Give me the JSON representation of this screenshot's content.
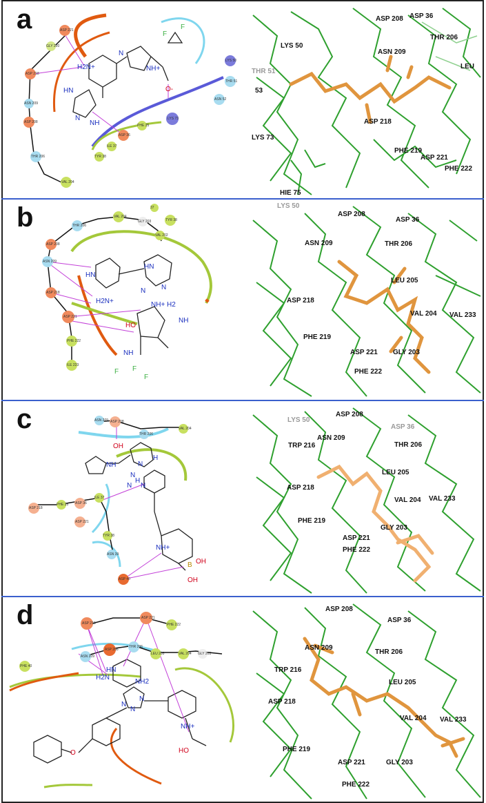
{
  "panels": [
    {
      "label": "a",
      "residues_2d": [
        "ASP 221",
        "GLY 220",
        "ASP 218",
        "ASN 209",
        "ASP 208",
        "THR 206",
        "VAL 204",
        "ASP 36",
        "PHE 35",
        "ILE 37",
        "TYR 38",
        "LYS 73",
        "LYS 50",
        "THR 51",
        "ASN 52"
      ],
      "atoms": [
        "H2N+",
        "HN",
        "N",
        "N",
        "NH",
        "NH+",
        "O-",
        "F",
        "F"
      ],
      "residues_3d": [
        "ASP 208",
        "ASP 36",
        "LYS 50",
        "THR 206",
        "ASN 209",
        "THR 51",
        "LEU",
        "53",
        "ASP 218",
        "LYS 73",
        "PHE 219",
        "ASP 221",
        "PHE 222",
        "HIE 75"
      ]
    },
    {
      "label": "b",
      "residues_2d": [
        "THR 206",
        "VAL 204",
        "GLY 203",
        "VAL 202",
        "37",
        "TYR 38",
        "ASP 208",
        "ASN 209",
        "ASP 218",
        "ASP 221",
        "PHE 222",
        "ILE 223"
      ],
      "atoms": [
        "HN",
        "H2N+",
        "HN",
        "N",
        "N",
        "NH+ H2",
        "NH",
        "HO",
        "NH",
        "F",
        "F",
        "F"
      ],
      "residues_3d": [
        "LYS 50",
        "ASP 208",
        "ASP 36",
        "ASN 209",
        "THR 206",
        "LEU 205",
        "ASP 218",
        "VAL 204",
        "VAL 233",
        "PHE 219",
        "ASP 221",
        "GLY 203",
        "PHE 222"
      ]
    },
    {
      "label": "c",
      "residues_2d": [
        "ASN 209",
        "ASP 208",
        "THR 206",
        "VAL 204",
        "ASP 218",
        "PHE 35",
        "ASP 36",
        "ILE 37",
        "ASP 221",
        "TYR 38",
        "ASN 39",
        "ASP 40"
      ],
      "atoms": [
        "OH",
        "NH",
        "N",
        "N",
        "N",
        "H",
        "N",
        "H",
        "NH+",
        "B",
        "OH",
        "OH"
      ],
      "residues_3d": [
        "LYS 50",
        "ASP 208",
        "ASP 36",
        "ASN 209",
        "TRP 216",
        "THR 206",
        "LEU 205",
        "ASP 218",
        "VAL 204",
        "VAL 233",
        "PHE 219",
        "GLY 203",
        "ASP 221",
        "PHE 222"
      ]
    },
    {
      "label": "d",
      "residues_2d": [
        "ASP 218",
        "ASP 221",
        "PHE 222",
        "ASN 209",
        "ASP 208",
        "THR 206",
        "LEU 205",
        "VAL 204",
        "GLY 203",
        "PHE 40"
      ],
      "atoms": [
        "HN",
        "NH2",
        "H2N",
        "N",
        "N",
        "N",
        "NH+",
        "O",
        "HO"
      ],
      "residues_3d": [
        "ASP 208",
        "ASP 36",
        "ASN 209",
        "THR 206",
        "TRP 216",
        "LEU 205",
        "ASP 218",
        "VAL 204",
        "VAL 233",
        "PHE 219",
        "ASP 221",
        "GLY 203",
        "PHE 222"
      ]
    }
  ]
}
